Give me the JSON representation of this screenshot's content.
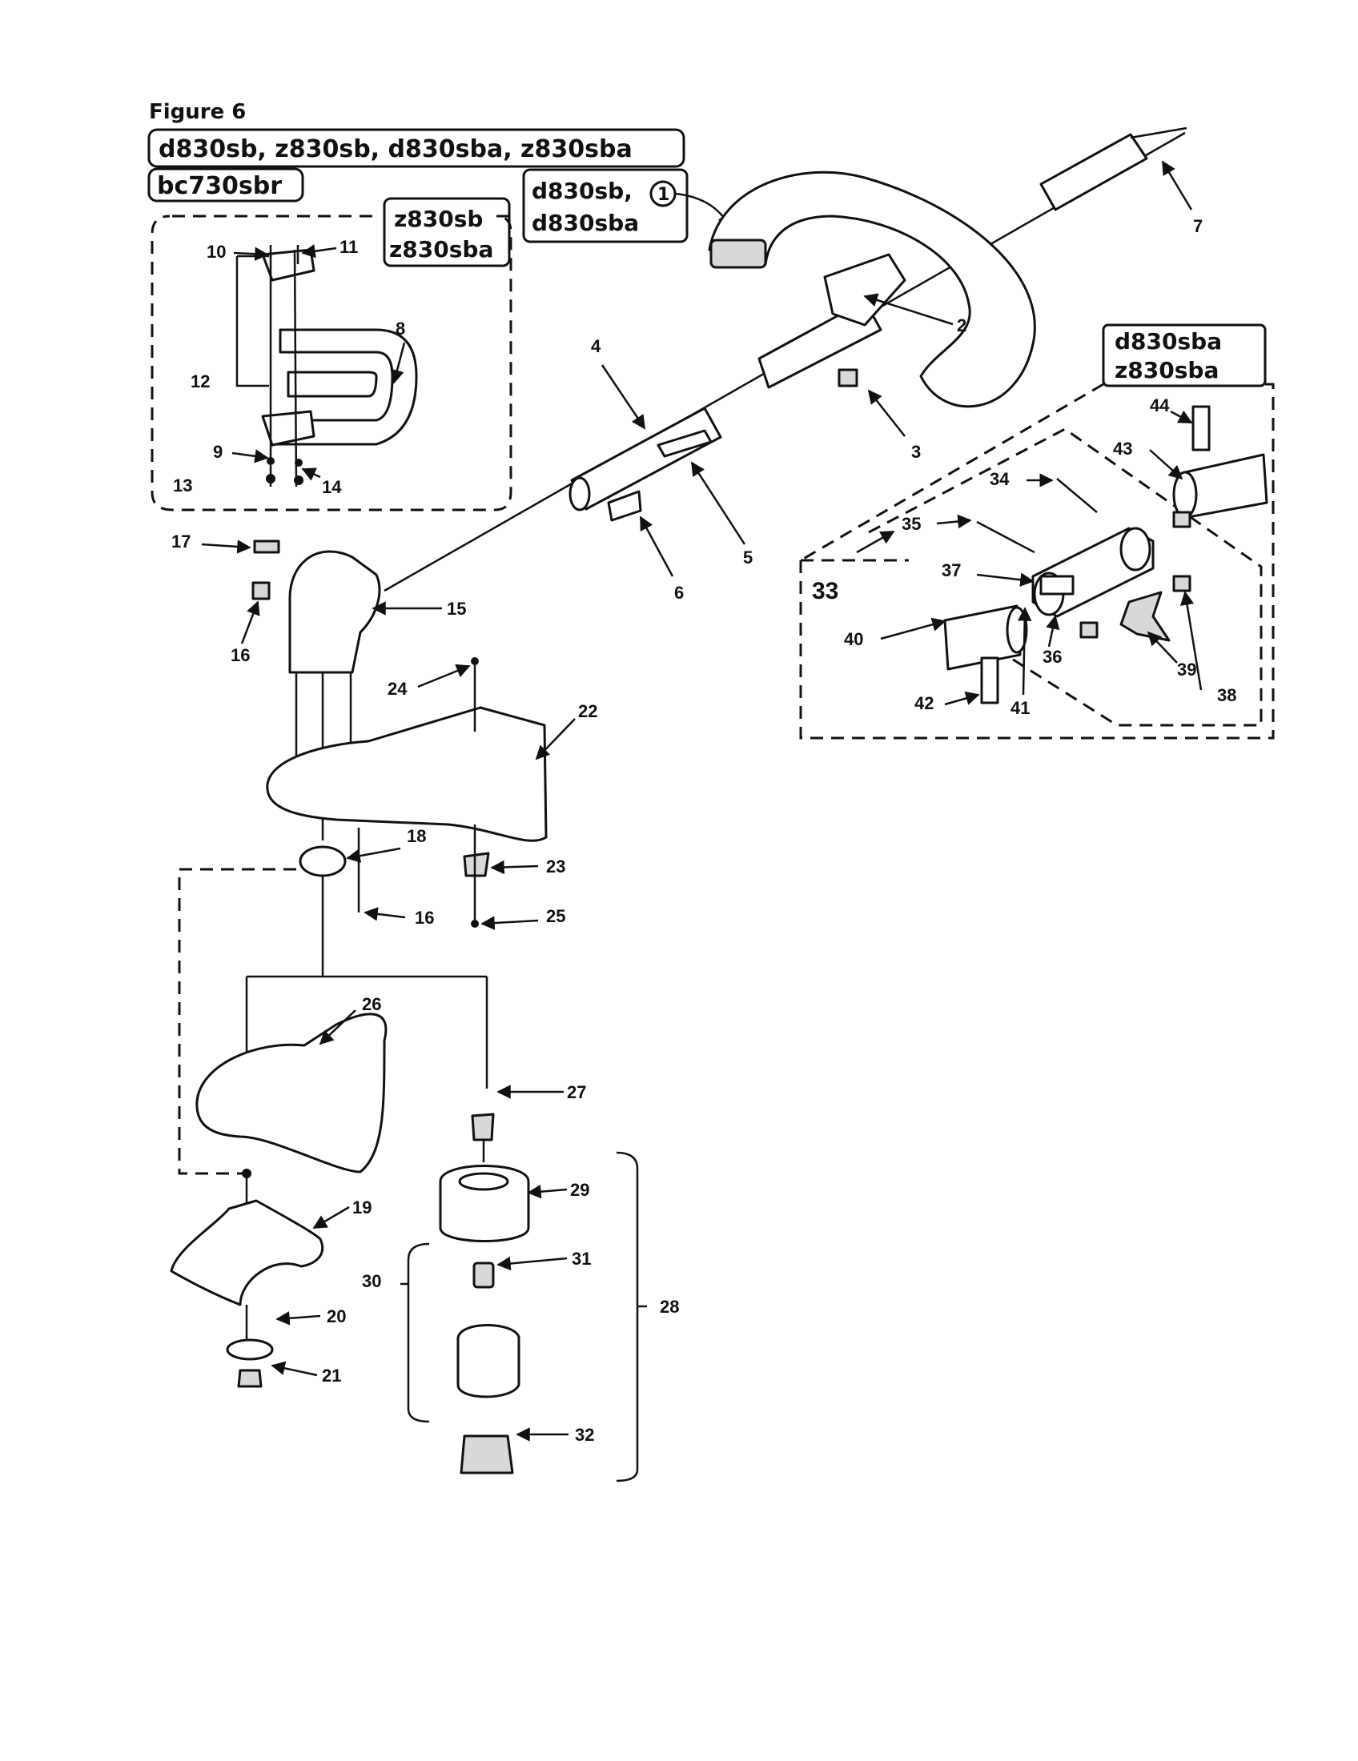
{
  "figure": {
    "title": "Figure 6",
    "models_line1": "d830sb, z830sb, d830sba, z830sba",
    "models_line2": "bc730sbr"
  },
  "callouts": {
    "handle_models": {
      "line1": "d830sb,",
      "line2": "d830sba",
      "circled": "1"
    },
    "inset_left_models": {
      "line1": "z830sb",
      "line2": "z830sba"
    },
    "inset_right_models": {
      "line1": "d830sba",
      "line2": "z830sba"
    }
  },
  "part_numbers": [
    "2",
    "3",
    "4",
    "5",
    "6",
    "7",
    "8",
    "9",
    "10",
    "11",
    "12",
    "13",
    "14",
    "15",
    "16",
    "16",
    "17",
    "18",
    "19",
    "20",
    "21",
    "22",
    "23",
    "24",
    "25",
    "26",
    "27",
    "28",
    "29",
    "30",
    "31",
    "32",
    "33",
    "34",
    "35",
    "36",
    "37",
    "38",
    "39",
    "40",
    "41",
    "42",
    "43",
    "44"
  ]
}
